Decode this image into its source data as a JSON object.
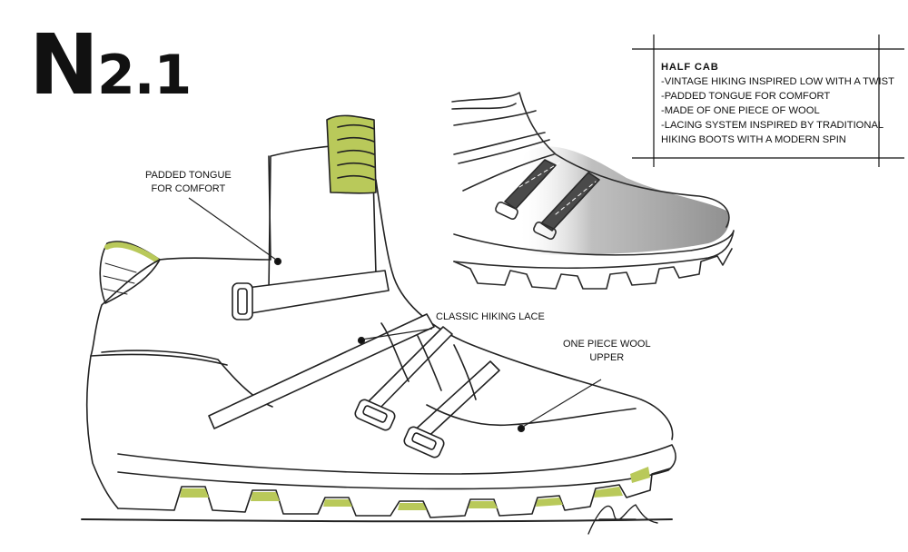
{
  "brand": {
    "mark": "N",
    "version": "2.1"
  },
  "description_box": {
    "title": "HALF CAB",
    "lines": [
      "-VINTAGE HIKING INSPIRED LOW WITH A TWIST",
      "-PADDED TONGUE FOR COMFORT",
      "-MADE OF ONE PIECE OF  WOOL",
      "-LACING SYSTEM INSPIRED BY TRADITIONAL",
      "HIKING BOOTS WITH A MODERN SPIN"
    ]
  },
  "callouts": {
    "tongue": [
      "PADDED TONGUE",
      "FOR COMFORT"
    ],
    "lace": [
      "CLASSIC HIKING LACE"
    ],
    "upper": [
      "ONE PIECE WOOL",
      "UPPER"
    ]
  },
  "colors": {
    "ink": "#222222",
    "accent_green": "#b9c95a",
    "wool_grey": "#8e8e8e",
    "lace_dark": "#4a4a4a"
  }
}
